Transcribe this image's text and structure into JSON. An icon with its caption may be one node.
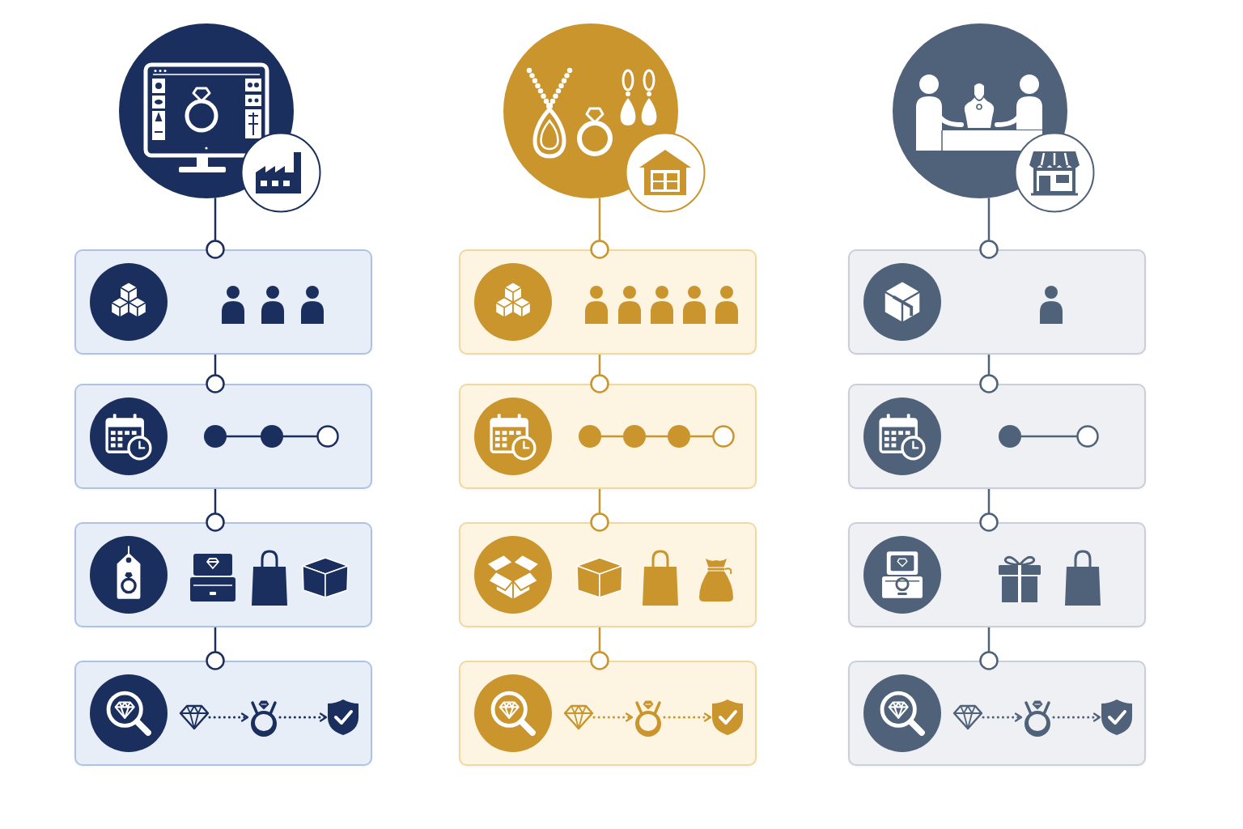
{
  "diagram": {
    "nodes": [
      {
        "text": [],
        "shape": "circle"
      },
      {
        "text": [],
        "shape": "box"
      },
      {
        "text": [],
        "shape": "box"
      },
      {
        "text": [],
        "shape": "box"
      },
      {
        "text": [],
        "shape": "box"
      },
      {
        "text": [],
        "shape": "picture",
        "in": 4
      },
      {
        "text": [],
        "shape": "circle",
        "in": 4
      },
      {
        "text": [],
        "shape": "picture",
        "in": 4
      },
      {
        "text": [],
        "shape": "circle"
      },
      {
        "text": [],
        "shape": "box"
      },
      {
        "text": [],
        "shape": "box"
      },
      {
        "text": [],
        "shape": "box"
      },
      {
        "text": [],
        "shape": "box"
      },
      {
        "text": [],
        "shape": "picture",
        "in": 12
      },
      {
        "text": [],
        "shape": "circle",
        "in": 12
      },
      {
        "text": [],
        "shape": "picture",
        "in": 12
      },
      {
        "text": [],
        "shape": "circle"
      },
      {
        "text": [],
        "shape": "box"
      },
      {
        "text": [],
        "shape": "box"
      },
      {
        "text": [],
        "shape": "box"
      },
      {
        "text": [],
        "shape": "box"
      },
      {
        "text": [],
        "shape": "picture",
        "in": 20
      },
      {
        "text": [],
        "shape": "circle",
        "in": 20
      },
      {
        "text": [],
        "shape": "picture",
        "in": 20
      }
    ],
    "edges": [
      {
        "from": 0,
        "to": 1,
        "arrow": "other",
        "color": "#1b2f5e"
      },
      {
        "from": 1,
        "to": 2,
        "arrow": "other",
        "color": "#1b2f5e"
      },
      {
        "from": 2,
        "to": 3,
        "arrow": "other",
        "color": "#1b2f5e"
      },
      {
        "from": 3,
        "to": 4,
        "arrow": "other",
        "color": "#1b2f5e"
      },
      {
        "from": 5,
        "to": 6,
        "arrow": "to",
        "style": "dashed",
        "color": "#1b2f5e"
      },
      {
        "from": 6,
        "to": 7,
        "arrow": "to",
        "style": "dashed",
        "color": "#1b2f5e"
      },
      {
        "from": 8,
        "to": 9,
        "arrow": "other",
        "color": "#c9952c"
      },
      {
        "from": 9,
        "to": 10,
        "arrow": "other",
        "color": "#c9952c"
      },
      {
        "from": 10,
        "to": 11,
        "arrow": "other",
        "color": "#c9952c"
      },
      {
        "from": 11,
        "to": 12,
        "arrow": "other",
        "color": "#c9952c"
      },
      {
        "from": 13,
        "to": 14,
        "arrow": "to",
        "style": "dashed",
        "color": "#c9952c"
      },
      {
        "from": 14,
        "to": 15,
        "arrow": "to",
        "style": "dashed",
        "color": "#c9952c"
      },
      {
        "from": 16,
        "to": 17,
        "arrow": "other",
        "color": "#4f627a"
      },
      {
        "from": 17,
        "to": 18,
        "arrow": "other",
        "color": "#4f627a"
      },
      {
        "from": 18,
        "to": 19,
        "arrow": "other",
        "color": "#4f627a"
      },
      {
        "from": 19,
        "to": 20,
        "arrow": "other",
        "color": "#4f627a"
      },
      {
        "from": 21,
        "to": 22,
        "arrow": "to",
        "style": "dashed",
        "color": "#4f627a"
      },
      {
        "from": 22,
        "to": 23,
        "arrow": "to",
        "style": "dashed",
        "color": "#4f627a"
      }
    ]
  }
}
